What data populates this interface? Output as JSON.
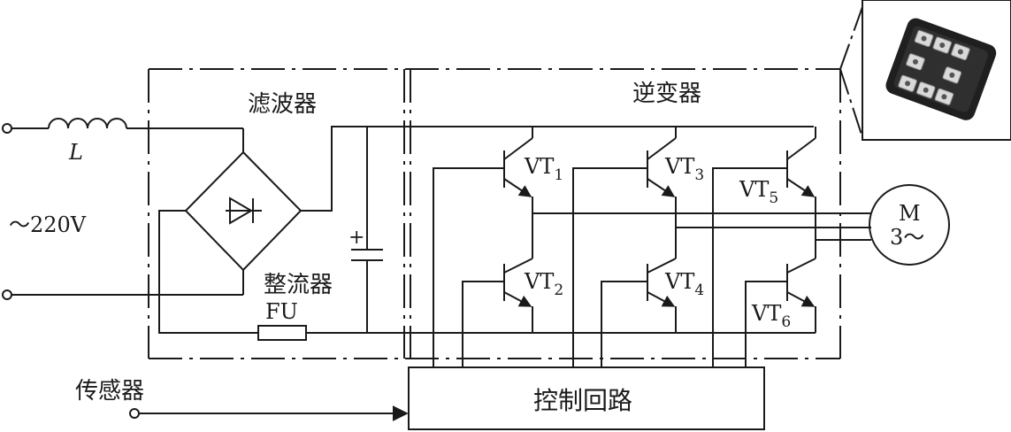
{
  "labels": {
    "filter": "滤波器",
    "inverter": "逆变器",
    "rectifier": "整流器",
    "fuse": "FU",
    "inductor": "L",
    "supply": "～220V",
    "sensor": "传感器",
    "control": "控制回路",
    "motor_line1": "M",
    "motor_line2": "3～",
    "capacitor_plus": "+"
  },
  "transistors": [
    {
      "id": "VT1",
      "base": "VT",
      "sub": "1"
    },
    {
      "id": "VT2",
      "base": "VT",
      "sub": "2"
    },
    {
      "id": "VT3",
      "base": "VT",
      "sub": "3"
    },
    {
      "id": "VT4",
      "base": "VT",
      "sub": "4"
    },
    {
      "id": "VT5",
      "base": "VT",
      "sub": "5"
    },
    {
      "id": "VT6",
      "base": "VT",
      "sub": "6"
    }
  ],
  "colors": {
    "line": "#1a1a1a",
    "background": "#ffffff"
  }
}
